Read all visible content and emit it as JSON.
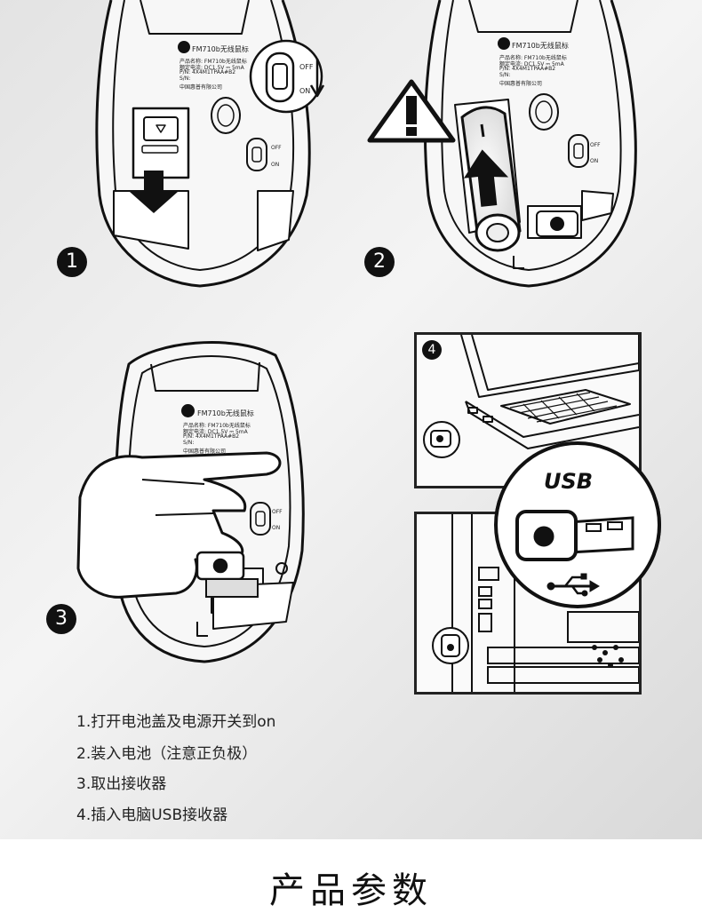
{
  "mouse_model_title": "FM710b无线鼠标",
  "mouse_label_lines": [
    "产品名称: FM710b无线鼠标",
    "额定电流: DC1.5V ⎓ 5mA",
    "P/N: 4X4M1TPAA#B2",
    "S/N:",
    "中国惠普有限公司"
  ],
  "switch_off": "OFF",
  "switch_on": "ON",
  "usb_label": "USB",
  "steps": [
    "1",
    "2",
    "3",
    "4"
  ],
  "instructions": [
    "1.打开电池盖及电源开关到on",
    "2.装入电池（注意正负极）",
    "3.取出接收器",
    "4.插入电脑USB接收器"
  ],
  "section_title": "产品参数"
}
